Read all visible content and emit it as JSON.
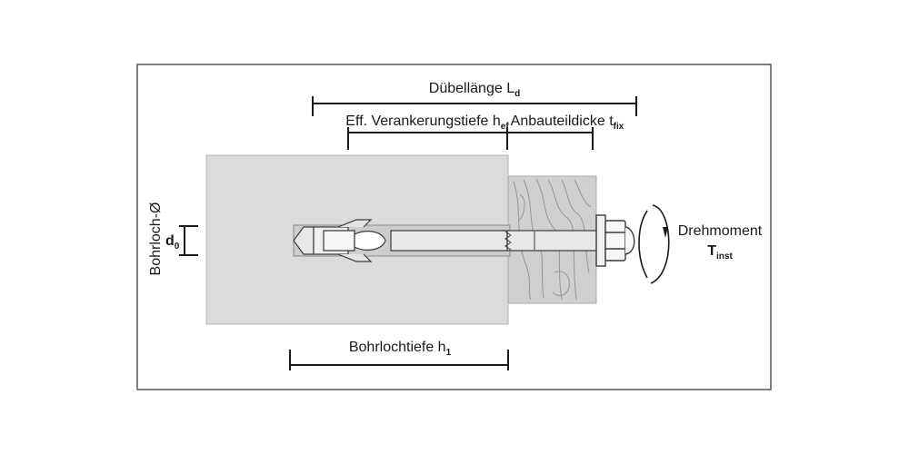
{
  "labels": {
    "anchor_length": "Dübellänge L",
    "anchor_length_sub": "d",
    "eff_depth": "Eff. Verankerungstiefe h",
    "eff_depth_sub": "ef",
    "fixture_thickness": "Anbauteildicke t",
    "fixture_thickness_sub": "fix",
    "hole_diameter": "Bohrloch-Ø",
    "diameter_symbol": "d",
    "diameter_sub": "0",
    "hole_depth": "Bohrlochtiefe h",
    "hole_depth_sub": "1",
    "torque": "Drehmoment",
    "torque_symbol": "T",
    "torque_sub": "inst"
  },
  "colors": {
    "frame": "#555555",
    "concrete": "#dddbd9",
    "wood": "#d2d0ce",
    "wood_grain": "#9c9a98",
    "steel": "#e8e8e8",
    "line": "#1a1a1a"
  },
  "icons": {
    "torque": "rotation-arrow-icon"
  }
}
